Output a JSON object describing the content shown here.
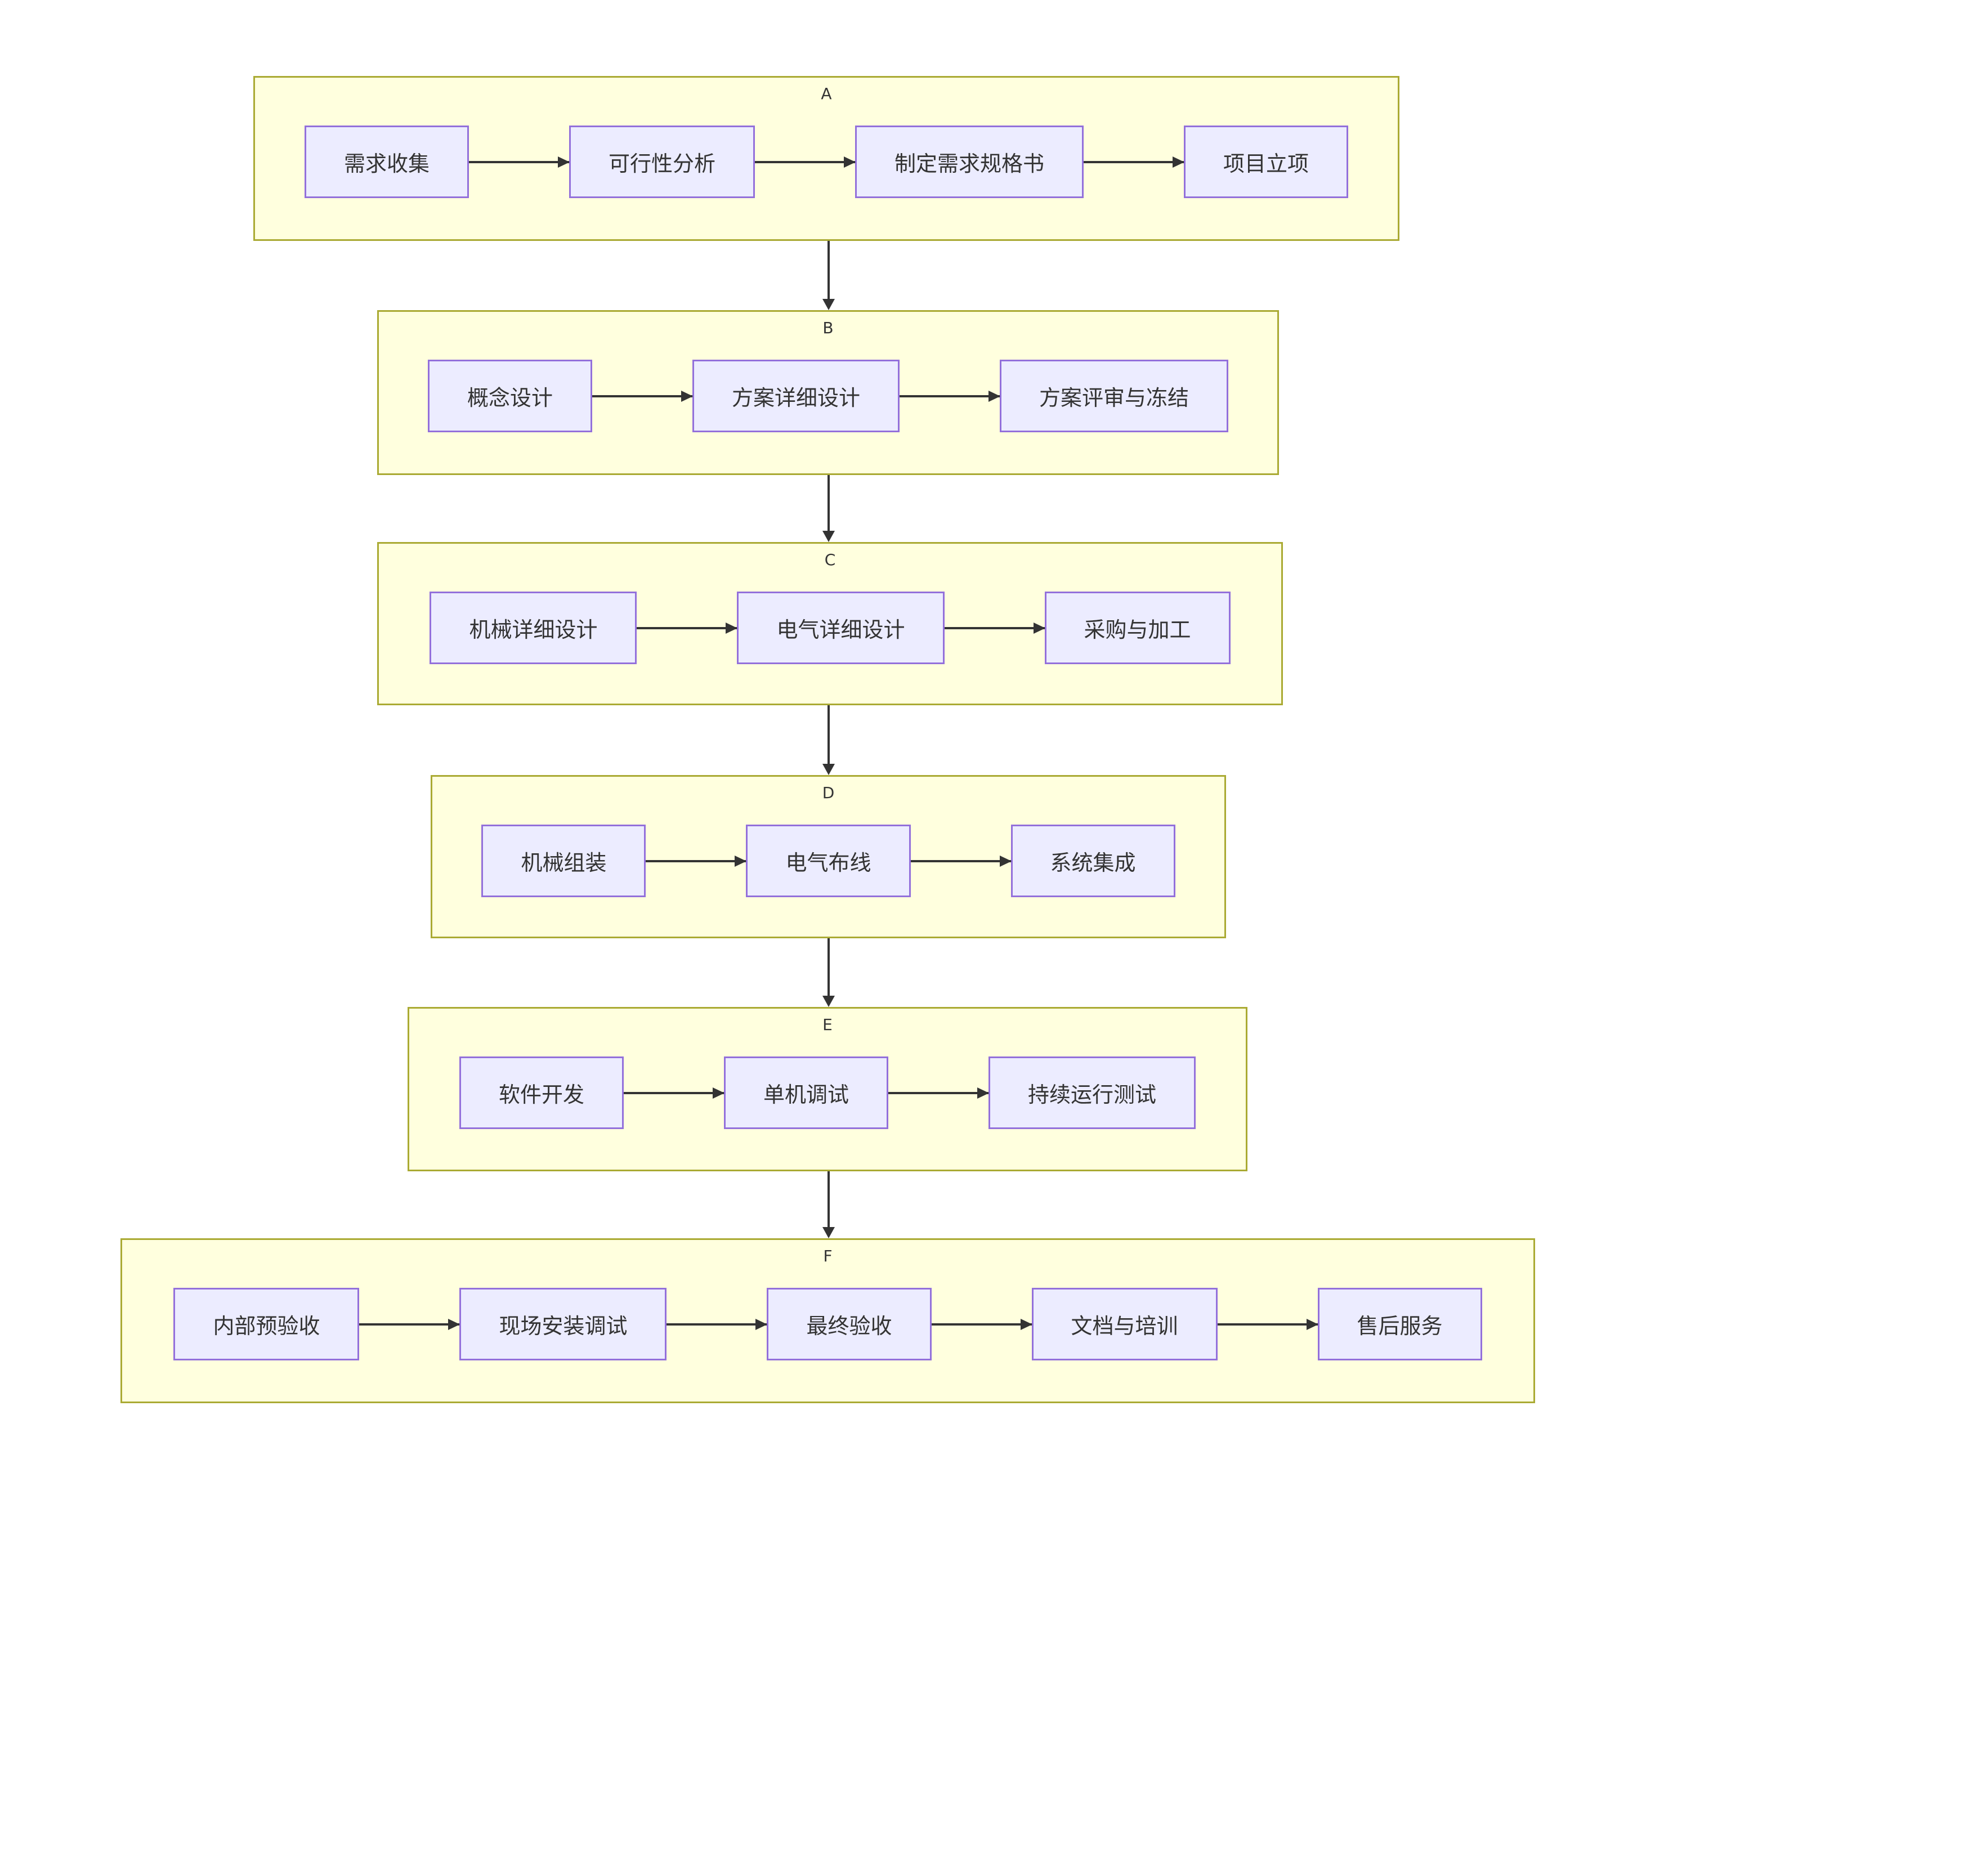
{
  "diagram": {
    "stages": [
      {
        "label": "A",
        "nodes": [
          "需求收集",
          "可行性分析",
          "制定需求规格书",
          "项目立项"
        ]
      },
      {
        "label": "B",
        "nodes": [
          "概念设计",
          "方案详细设计",
          "方案评审与冻结"
        ]
      },
      {
        "label": "C",
        "nodes": [
          "机械详细设计",
          "电气详细设计",
          "采购与加工"
        ]
      },
      {
        "label": "D",
        "nodes": [
          "机械组装",
          "电气布线",
          "系统集成"
        ]
      },
      {
        "label": "E",
        "nodes": [
          "软件开发",
          "单机调试",
          "持续运行测试"
        ]
      },
      {
        "label": "F",
        "nodes": [
          "内部预验收",
          "现场安装调试",
          "最终验收",
          "文档与培训",
          "售后服务"
        ]
      }
    ],
    "colors": {
      "background": "#ffffff",
      "subgraph_fill": "#ffffde",
      "subgraph_border": "#aaaa33",
      "node_fill": "#ececff",
      "node_border": "#9370db",
      "edge": "#333333",
      "text": "#333333"
    }
  }
}
